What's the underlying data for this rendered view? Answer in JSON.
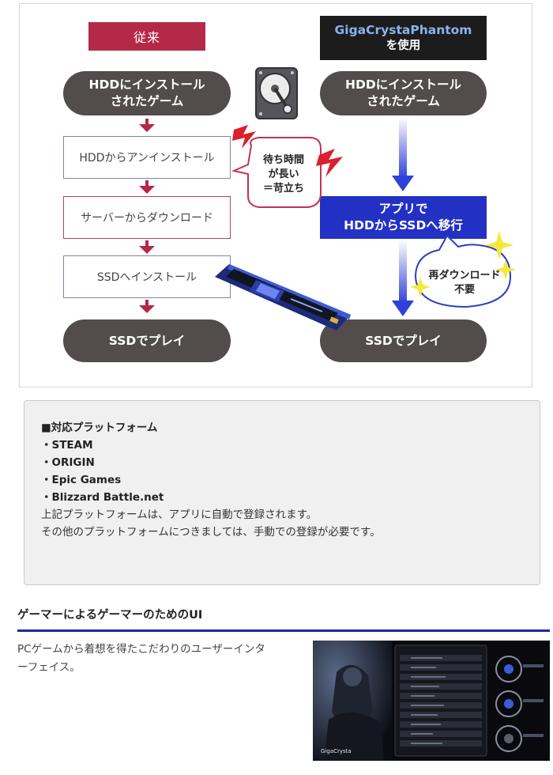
{
  "diagram": {
    "left_header": "従来",
    "right_header": {
      "line1": "GigaCrystaPhantom",
      "line2": "を使用"
    },
    "left_flow": {
      "start": {
        "line1": "HDDにインストール",
        "line2": "されたゲーム"
      },
      "step1": "HDDからアンインストール",
      "step2": "サーバーからダウンロード",
      "step3": "SSDへインストール",
      "end": "SSDでプレイ"
    },
    "right_flow": {
      "start": {
        "line1": "HDDにインストール",
        "line2": "されたゲーム"
      },
      "migrate": {
        "line1": "アプリで",
        "line2": "HDDからSSDへ移行"
      },
      "end": "SSDでプレイ"
    },
    "bubble_left": {
      "line1": "待ち時間",
      "line2": "が長い",
      "line3": "＝苛立ち"
    },
    "bubble_right": {
      "line1": "再ダウンロード",
      "line2": "不要"
    },
    "colors": {
      "red": "#b52948",
      "blue": "#2231c4",
      "pill": "#524c4c",
      "header_dark": "#1c1c1c"
    }
  },
  "platforms": {
    "heading": "■対応プラットフォーム",
    "items": [
      "・STEAM",
      "・ORIGIN",
      "・Epic Games",
      "・Blizzard Battle.net"
    ],
    "note1": "上記プラットフォームは、アプリに自動で登録されます。",
    "note2": "その他のプラットフォームにつきましては、手動での登録が必要です。"
  },
  "section": {
    "title": "ゲーマーによるゲーマーのためのUI",
    "desc_line1": "PCゲームから着想を得たこだわりのユーザーインタ",
    "desc_line2": "ーフェイス。"
  },
  "app_ui": {
    "brand": "GigaCrysta"
  }
}
